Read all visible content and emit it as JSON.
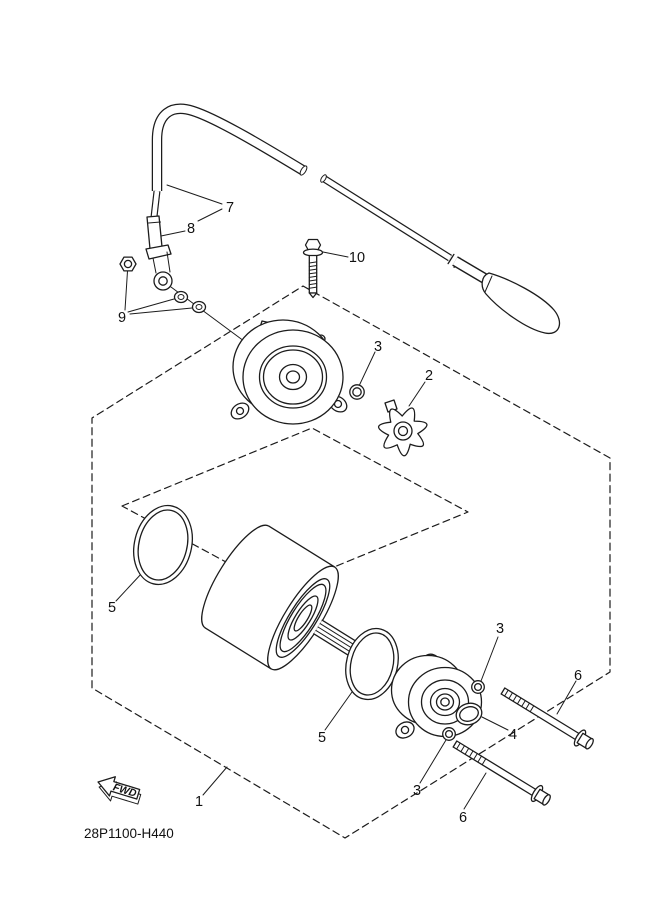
{
  "diagram": {
    "part_code": "28P1100-H440",
    "fwd_label": "FWD",
    "callouts": {
      "c1": "1",
      "c2": "2",
      "c3a": "3",
      "c3b": "3",
      "c3c": "3",
      "c4": "4",
      "c5a": "5",
      "c5b": "5",
      "c6a": "6",
      "c6b": "6",
      "c7": "7",
      "c8": "8",
      "c9": "9",
      "c10": "10"
    }
  }
}
